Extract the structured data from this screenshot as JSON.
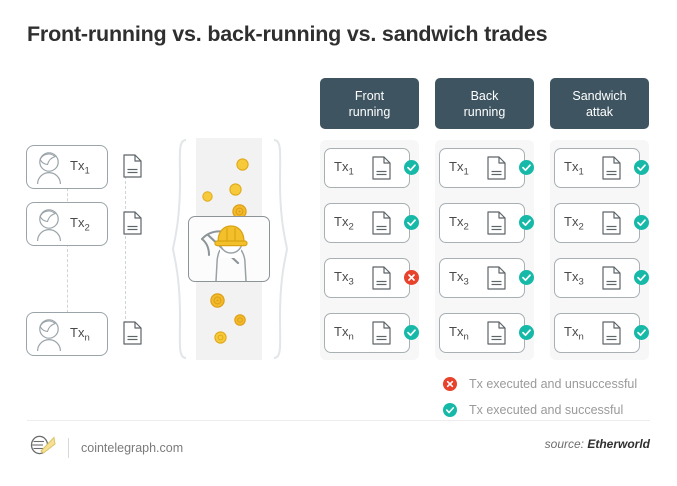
{
  "title": "Front-running vs. back-running vs. sandwich trades",
  "columns": [
    {
      "line1": "Front",
      "line2": "running"
    },
    {
      "line1": "Back",
      "line2": "running"
    },
    {
      "line1": "Sandwich",
      "line2": "attak"
    }
  ],
  "senders": [
    {
      "tx": "Tx",
      "sub": "1"
    },
    {
      "tx": "Tx",
      "sub": "2"
    },
    {
      "tx": "Tx",
      "sub": "n"
    }
  ],
  "mining": {
    "icon": "miner-pickaxe-icon",
    "coin_color": "#f4c430",
    "band_color": "#f2f2f2"
  },
  "results": [
    {
      "column": "Front running",
      "rows": [
        {
          "tx": "Tx",
          "sub": "1",
          "status": "success"
        },
        {
          "tx": "Tx",
          "sub": "2",
          "status": "success"
        },
        {
          "tx": "Tx",
          "sub": "3",
          "status": "fail"
        },
        {
          "tx": "Tx",
          "sub": "n",
          "status": "success"
        }
      ]
    },
    {
      "column": "Back running",
      "rows": [
        {
          "tx": "Tx",
          "sub": "1",
          "status": "success"
        },
        {
          "tx": "Tx",
          "sub": "2",
          "status": "success"
        },
        {
          "tx": "Tx",
          "sub": "3",
          "status": "success"
        },
        {
          "tx": "Tx",
          "sub": "n",
          "status": "success"
        }
      ]
    },
    {
      "column": "Sandwich attak",
      "rows": [
        {
          "tx": "Tx",
          "sub": "1",
          "status": "success"
        },
        {
          "tx": "Tx",
          "sub": "2",
          "status": "success"
        },
        {
          "tx": "Tx",
          "sub": "3",
          "status": "success"
        },
        {
          "tx": "Tx",
          "sub": "n",
          "status": "success"
        }
      ]
    }
  ],
  "legend": [
    {
      "status": "fail",
      "label": "Tx executed and unsuccessful"
    },
    {
      "status": "success",
      "label": "Tx executed and successful"
    }
  ],
  "footer": {
    "brand": "cointelegraph.com",
    "source_prefix": "source: ",
    "source_name": "Etherworld"
  },
  "colors": {
    "header_bg": "#3e5561",
    "success": "#16b9a8",
    "fail": "#e8412c",
    "title": "#2f2f2f",
    "muted": "#9a9a9a"
  }
}
